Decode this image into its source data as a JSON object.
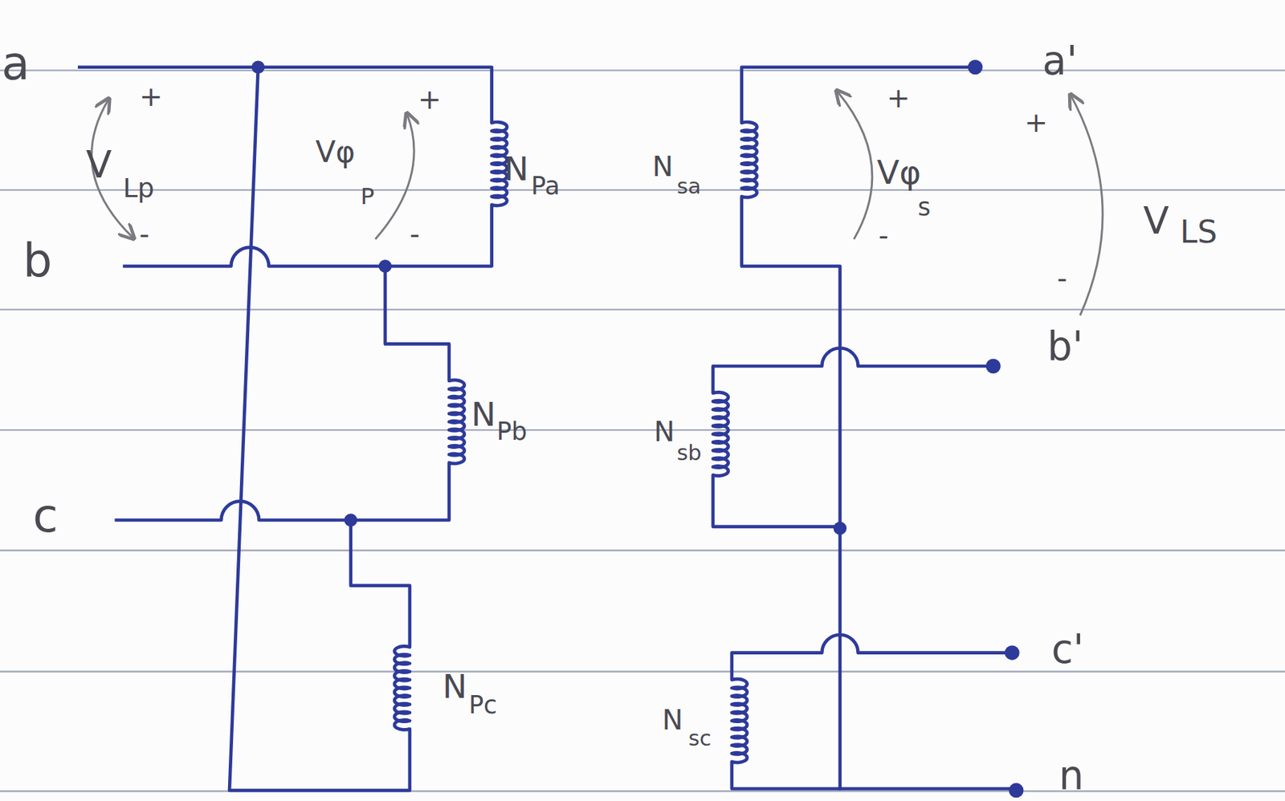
{
  "diagram": {
    "labels": [
      "a",
      "b",
      "c",
      "+",
      "V",
      "Lp",
      "-",
      "Vφ",
      "P",
      "+",
      "-",
      "N",
      "Pa",
      "N",
      "Pb",
      "N",
      "Pc",
      "N",
      "sa",
      "N",
      "sb",
      "N",
      "sc",
      "+",
      "Vφ",
      "s",
      "-",
      "+",
      "-",
      "V",
      "LS",
      "a'",
      "b'",
      "c'",
      "n"
    ]
  }
}
